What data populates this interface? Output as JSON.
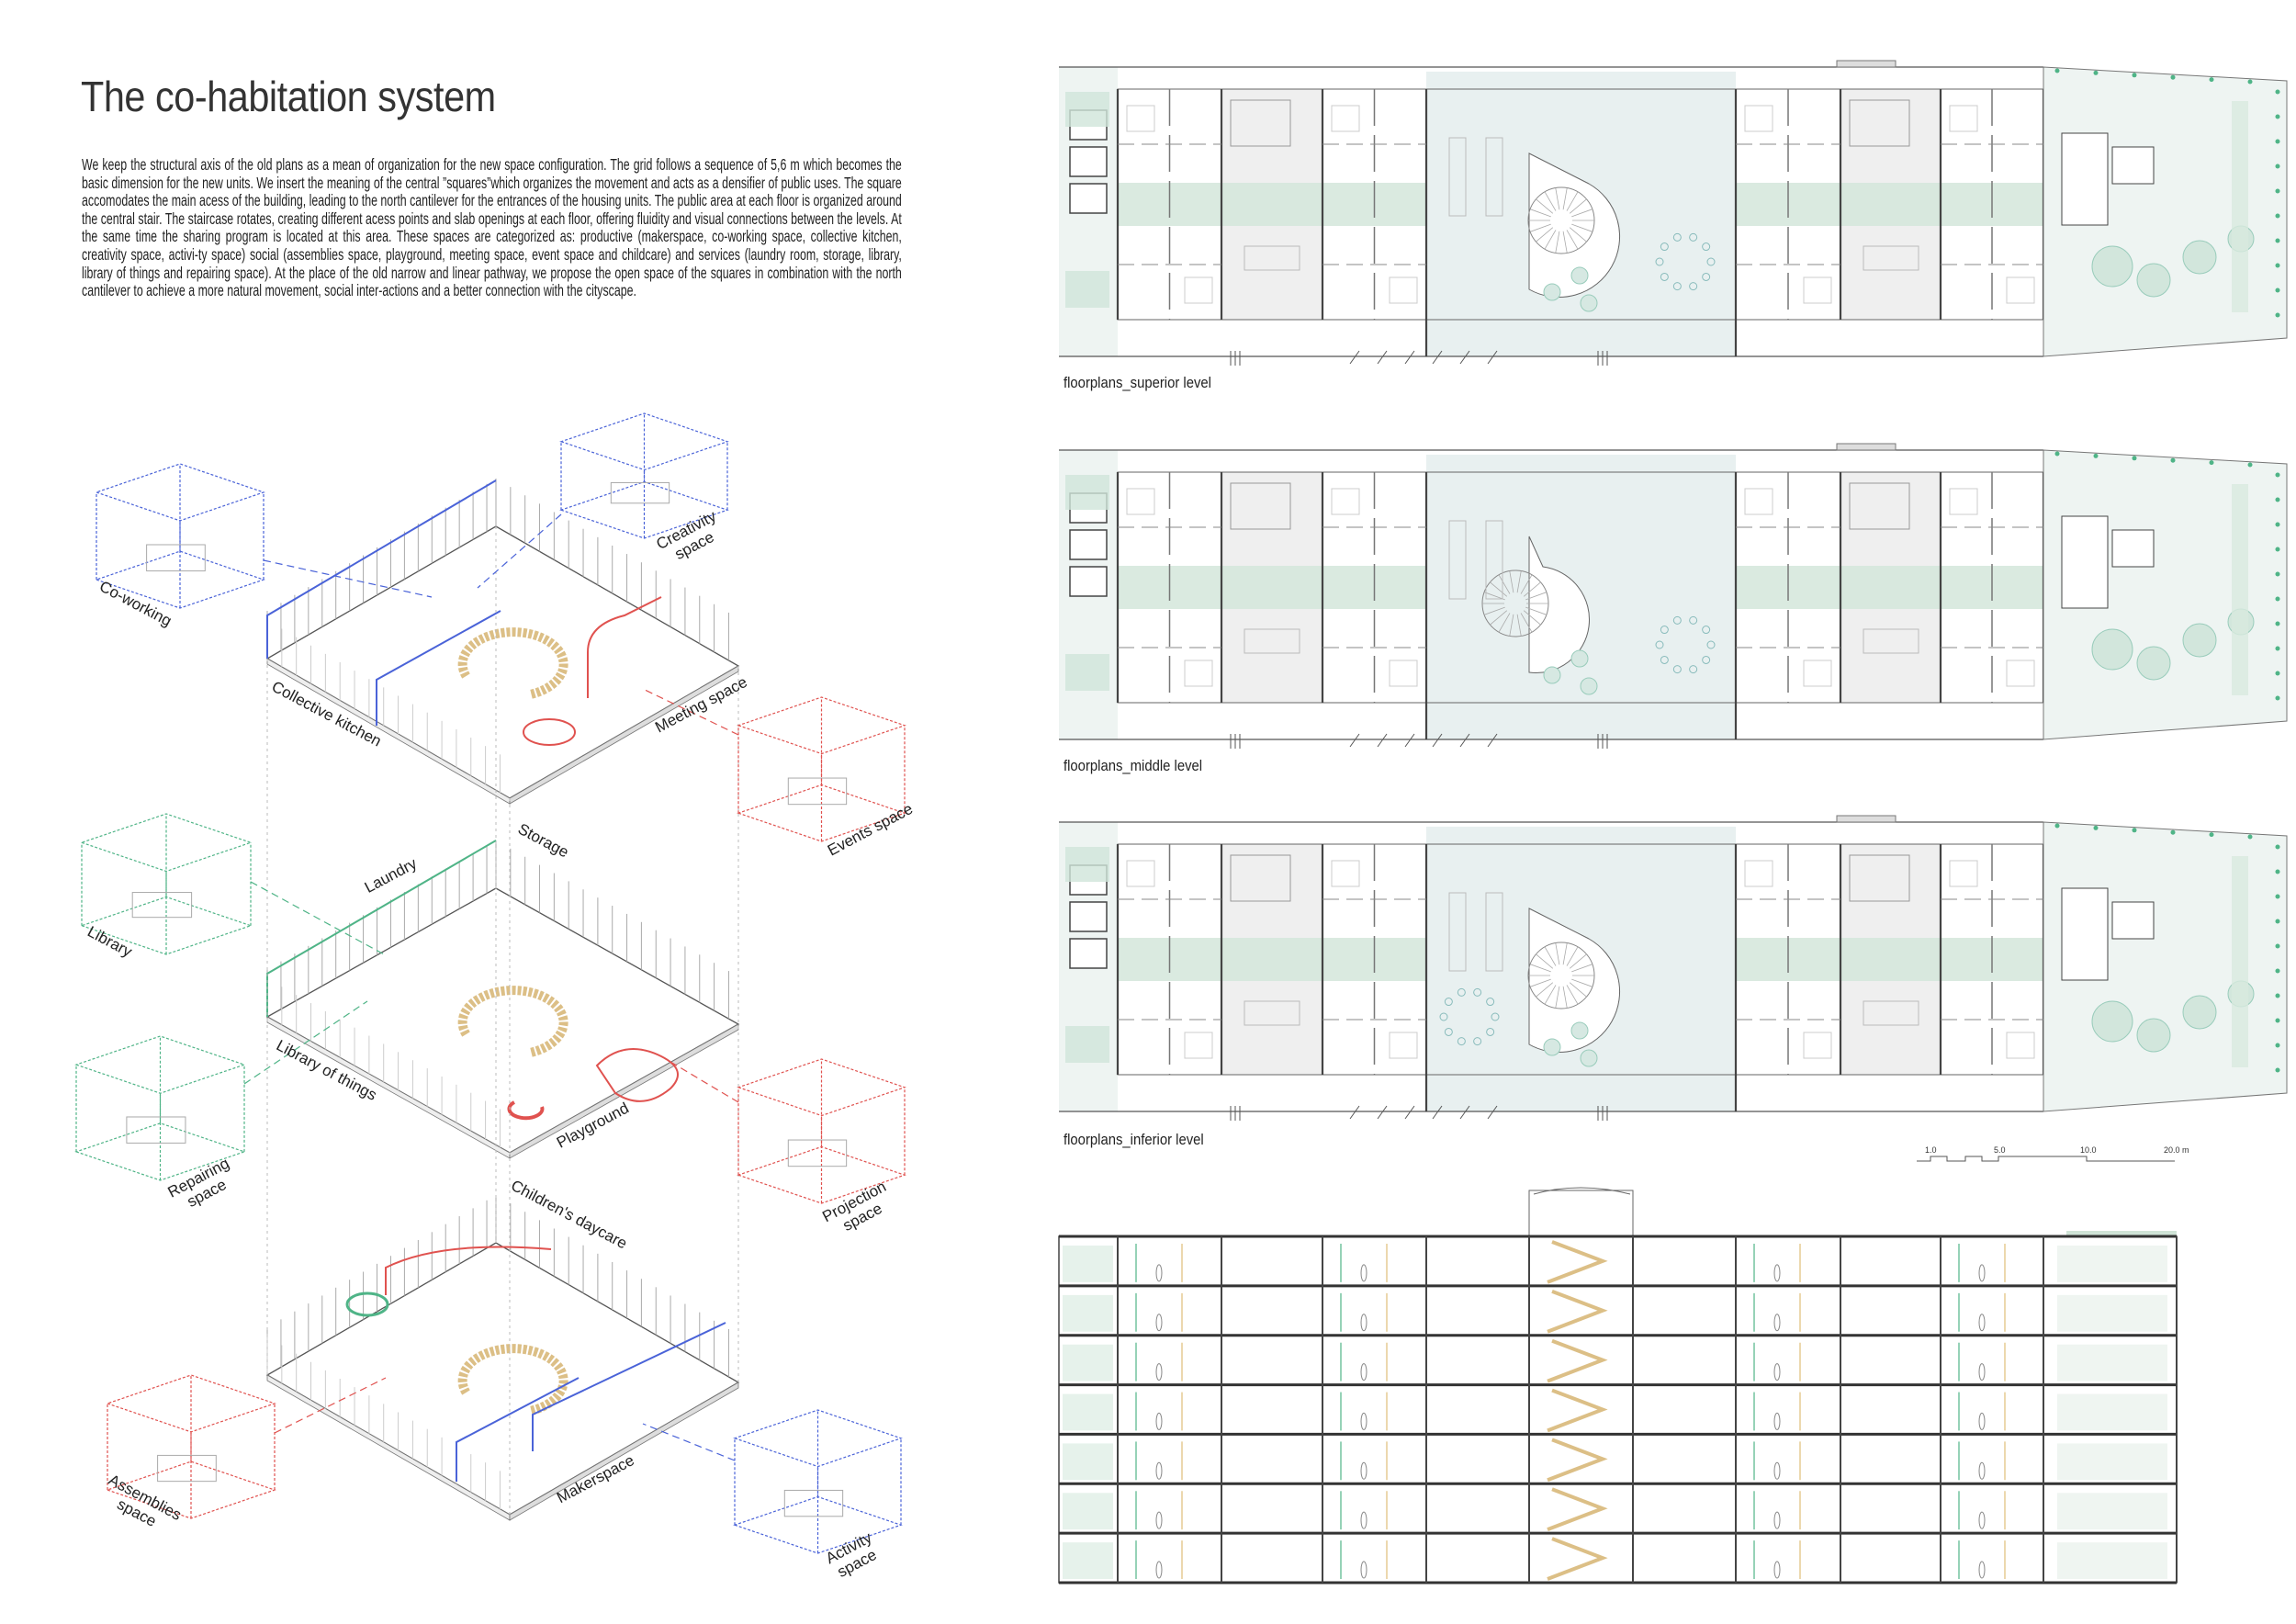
{
  "title": "The co-habitation system",
  "paragraph": "We keep the structural axis of the old plans as a mean of organization for the new space configuration. The grid follows a sequence of 5,6 m which becomes the basic dimension for the new units. We insert the meaning of the central ”squares”which organizes the movement and acts as a densifier of public uses. The square accomodates the main acess of the building, leading to the north cantilever for the entrances of the housing units. The public area at each floor is organized around the central stair. The staircase rotates, creating different acess points and slab openings at each floor, offering fluidity and visual connections between the levels. At the same time the sharing program is located at this area. These spaces are categorized as: productive (makerspace, co-working space, collective kitchen, creativity space, activi-ty space) social (assemblies space, playground, meeting space, event space and childcare) and services (laundry room, storage, library, library of things and repairing space). At the place of the old narrow and linear pathway, we propose the open space of the squares in combination with the north cantilever to achieve a more natural movement, social inter-actions and a better connection with the cityscape.",
  "axo_labels": {
    "coworking": [
      "Co-working"
    ],
    "creativity": [
      "Creativity",
      "space"
    ],
    "kitchen": [
      "Collective kitchen"
    ],
    "meeting": [
      "Meeting space"
    ],
    "events": [
      "Events space"
    ],
    "storage": [
      "Storage"
    ],
    "laundry": [
      "Laundry"
    ],
    "library": [
      "Library"
    ],
    "library_things": [
      "Library of things"
    ],
    "playground": [
      "Playground"
    ],
    "repairing": [
      "Repairing",
      "space"
    ],
    "projection": [
      "Projection",
      "space"
    ],
    "daycare": [
      "Children's daycare"
    ],
    "assemblies": [
      "Assemblies",
      "space"
    ],
    "makerspace": [
      "Makerspace"
    ],
    "activity": [
      "Activity",
      "space"
    ]
  },
  "plans": {
    "superior": "floorplans_superior level",
    "middle": "floorplans_middle level",
    "inferior": "floorplans_inferior level"
  },
  "scale_bar": [
    "1.0",
    "5.0",
    "10.0",
    "20.0 m"
  ],
  "colors": {
    "blue": "#4a63d8",
    "red": "#e0524f",
    "green": "#4fb487",
    "stair": "#dcbf86",
    "corridor": "#d3e6da",
    "square_gray": "#efefef",
    "square_blue": "#e8f0f0"
  }
}
